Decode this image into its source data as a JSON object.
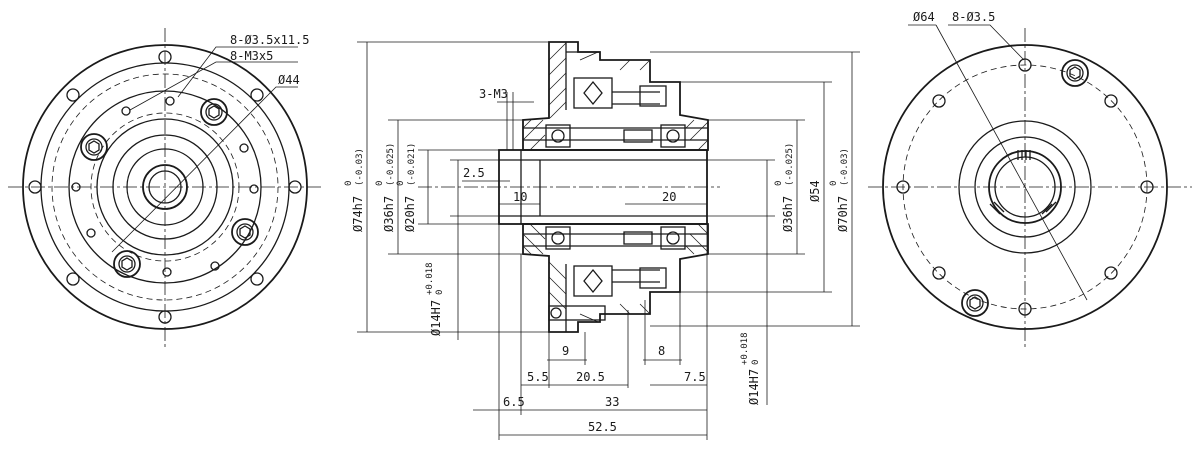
{
  "left_view": {
    "callout_holes": "8-Ø3.5x11.5",
    "callout_threads": "8-M3x5",
    "callout_pcd": "Ø44"
  },
  "section_view": {
    "thread": "3-M3",
    "d_outer_left": "Ø74h7",
    "d_outer_left_tol_upper": "0",
    "d_outer_left_tol_lower": "(-0.03)",
    "d_pilot_left": "Ø36h7",
    "d_pilot_left_tol_upper": "0",
    "d_pilot_left_tol_lower": "(-0.025)",
    "d_hub_left": "Ø20h7",
    "d_hub_left_tol_upper": "0",
    "d_hub_left_tol_lower": "(-0.021)",
    "d_bore_left": "Ø14H7",
    "d_bore_left_tol_upper": "+0.018",
    "d_bore_left_tol_lower": "0",
    "d_pilot_right": "Ø36h7",
    "d_pilot_right_tol_upper": "0",
    "d_pilot_right_tol_lower": "(-0.025)",
    "d_mid_right": "Ø54",
    "d_outer_right": "Ø70h7",
    "d_outer_right_tol_upper": "0",
    "d_outer_right_tol_lower": "(-0.03)",
    "d_bore_right": "Ø14H7",
    "d_bore_right_tol_upper": "+0.018",
    "d_bore_right_tol_lower": "0",
    "len_2_5": "2.5",
    "len_10": "10",
    "len_20": "20",
    "len_9": "9",
    "len_8": "8",
    "len_5_5": "5.5",
    "len_20_5": "20.5",
    "len_7_5": "7.5",
    "len_6_5": "6.5",
    "len_33": "33",
    "len_52_5": "52.5"
  },
  "right_view": {
    "callout_pcd": "Ø64",
    "callout_holes": "8-Ø3.5"
  }
}
